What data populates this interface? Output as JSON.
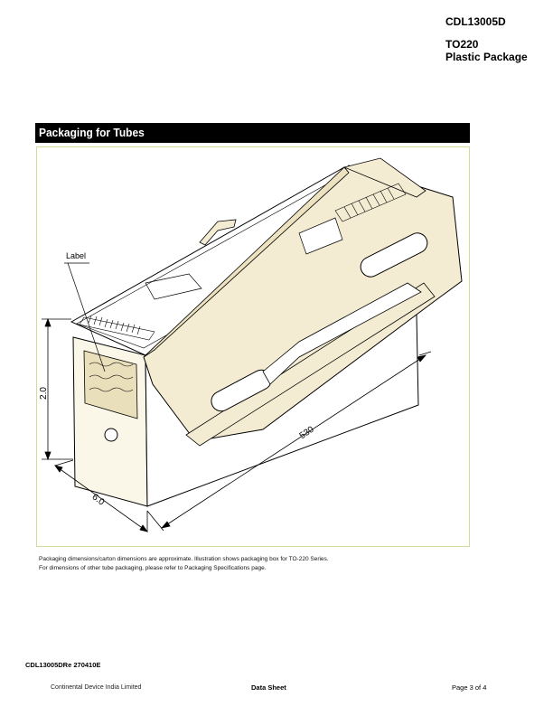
{
  "header": {
    "part_number": "CDL13005D",
    "package_line1": "TO220",
    "package_line2": "Plastic Package"
  },
  "section": {
    "title": "Packaging for Tubes"
  },
  "figure": {
    "label_callout": "Label",
    "dim_height": "2.0",
    "dim_width": "6.0",
    "dim_length": "530"
  },
  "notes": {
    "line1": "Packaging dimensions/carton dimensions are approximate. Illustration shows packaging box for TO-220 Series.",
    "line2": "For dimensions of other tube packaging, please refer to Packaging Specifications page."
  },
  "footer": {
    "doc_ref": "CDL13005DRe 270410E",
    "company": "Continental Device India Limited",
    "doc_type": "Data Sheet",
    "page": "Page 3 of  4"
  },
  "colors": {
    "band": "#000000",
    "figure_border": "#d4dc9a",
    "lid_fill": "#f4ecd2",
    "label_fill": "#e9dfba"
  }
}
